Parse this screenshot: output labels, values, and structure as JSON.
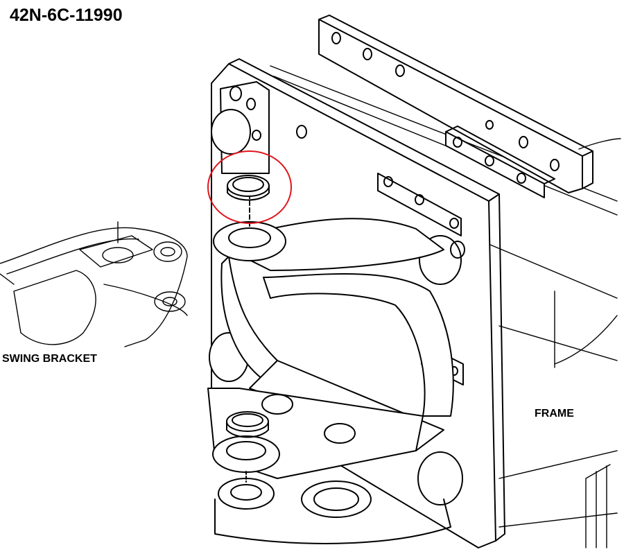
{
  "diagram": {
    "part_number": "42N-6C-11990",
    "labels": {
      "swing_bracket": "SWING BRACKET",
      "frame": "FRAME"
    },
    "highlight": {
      "target": "seal ring (upper pin boss)",
      "color": "#e0141c"
    },
    "line_color": "#000000",
    "background": "#ffffff"
  }
}
